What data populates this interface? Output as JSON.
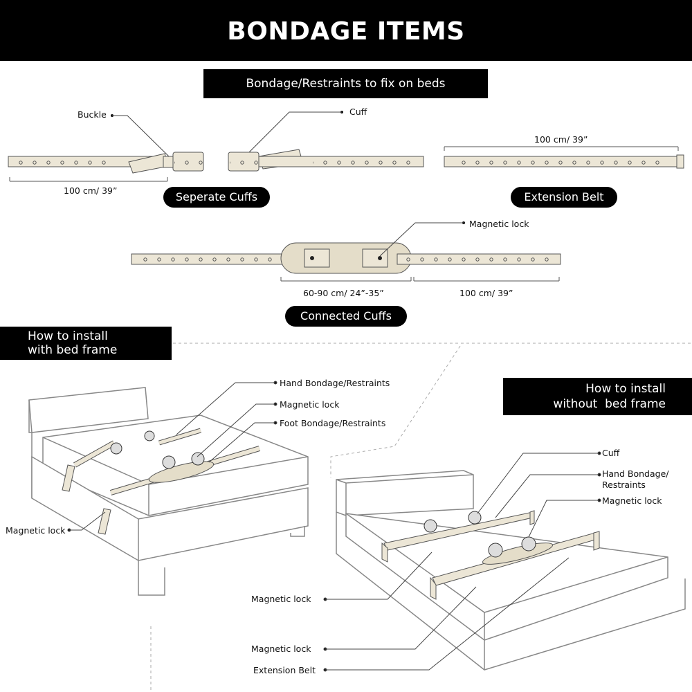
{
  "title": "BONDAGE ITEMS",
  "subtitle": "Bondage/Restraints to fix on beds",
  "top_labels": {
    "buckle": "Buckle",
    "cuff": "Cuff",
    "separate_dim": "100 cm/ 39”",
    "extension_dim": "100 cm/ 39”",
    "separate_pill": "Seperate Cuffs",
    "extension_pill": "Extension Belt",
    "magnetic_lock": "Magnetic lock",
    "connected_dim_a": "60-90 cm/ 24”-35”",
    "connected_dim_b": "100 cm/ 39”",
    "connected_pill": "Connected Cuffs"
  },
  "with_frame": {
    "heading_line1": "How to install",
    "heading_line2": "with bed frame",
    "hand": "Hand Bondage/Restraints",
    "magnetic_lock": "Magnetic lock",
    "foot": "Foot Bondage/Restraints",
    "left_magnetic_lock": "Magnetic lock"
  },
  "without_frame": {
    "heading_line1": "How to install",
    "heading_line2": "without  bed frame",
    "cuff": "Cuff",
    "hand_line1": "Hand Bondage/",
    "hand_line2": "Restraints",
    "magnetic_lock": "Magnetic lock",
    "left_magnetic_lock_1": "Magnetic lock",
    "left_magnetic_lock_2": "Magnetic lock",
    "extension_belt": "Extension Belt"
  },
  "colors": {
    "strap": "#ece6d6",
    "outline": "#555555",
    "bed": "#777777",
    "accent": "#000000"
  }
}
